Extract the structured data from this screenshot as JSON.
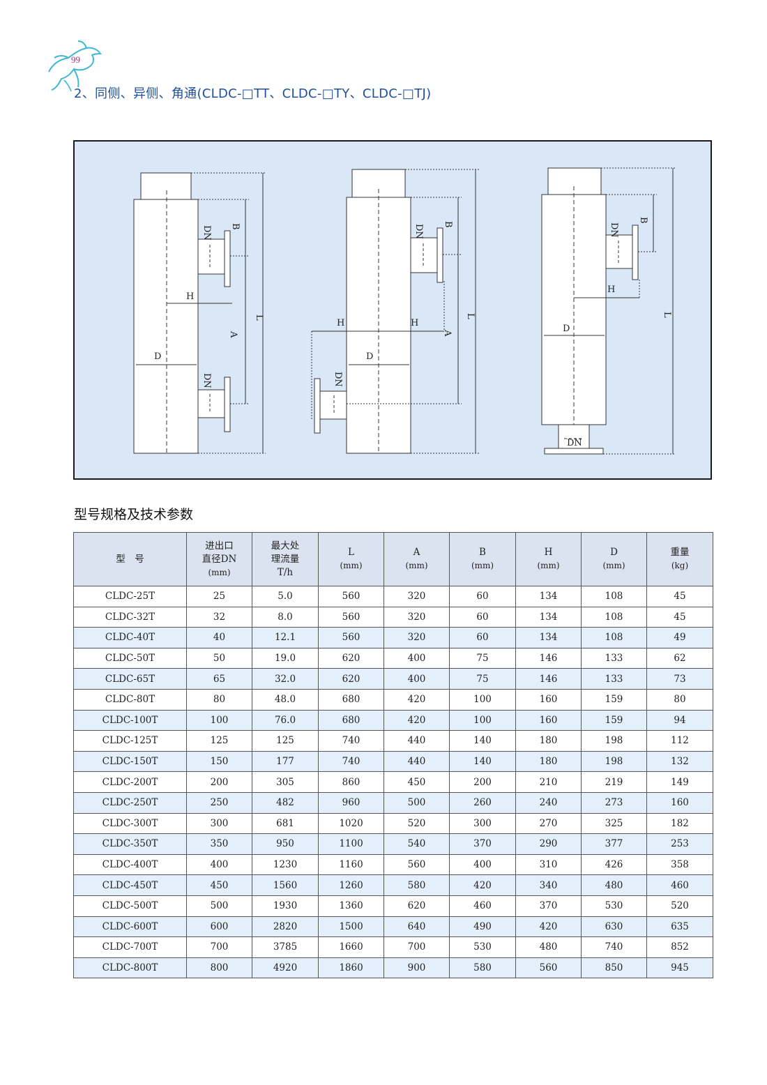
{
  "header": {
    "page_number": "99",
    "logo_icon": "horse-jumper-logo-icon",
    "section_title": "2、同侧、异侧、角通(CLDC-□TT、CLDC-□TY、CLDC-□TJ)"
  },
  "diagram": {
    "background_color": "#d9e7f7",
    "figures": [
      {
        "name": "same-side",
        "labels": {
          "dn_top": "DN",
          "b": "B",
          "h": "H",
          "d": "D",
          "a": "A",
          "l": "L",
          "dn_bottom": "DN"
        }
      },
      {
        "name": "opposite-side",
        "labels": {
          "dn_top": "DN",
          "b": "B",
          "h_left": "H",
          "h_right": "H",
          "d": "D",
          "a": "A",
          "l": "L",
          "dn_bottom": "DN"
        }
      },
      {
        "name": "angle",
        "labels": {
          "dn_top": "DN",
          "b": "B",
          "h": "H",
          "d": "D",
          "l": "L",
          "dn_bottom": "DN"
        }
      }
    ]
  },
  "table": {
    "heading": "型号规格及技术参数",
    "columns": [
      {
        "lines": [
          "型　号"
        ]
      },
      {
        "lines": [
          "进出口",
          "直径DN",
          "(mm)"
        ]
      },
      {
        "lines": [
          "最大处",
          "理流量",
          "T/h"
        ]
      },
      {
        "lines": [
          "L",
          "(mm)"
        ]
      },
      {
        "lines": [
          "A",
          "(mm)"
        ]
      },
      {
        "lines": [
          "B",
          "(mm)"
        ]
      },
      {
        "lines": [
          "H",
          "(mm)"
        ]
      },
      {
        "lines": [
          "D",
          "(mm)"
        ]
      },
      {
        "lines": [
          "重量",
          "(kg)"
        ]
      }
    ],
    "rows": [
      [
        "CLDC-25T",
        "25",
        "5.0",
        "560",
        "320",
        "60",
        "134",
        "108",
        "45"
      ],
      [
        "CLDC-32T",
        "32",
        "8.0",
        "560",
        "320",
        "60",
        "134",
        "108",
        "45"
      ],
      [
        "CLDC-40T",
        "40",
        "12.1",
        "560",
        "320",
        "60",
        "134",
        "108",
        "49"
      ],
      [
        "CLDC-50T",
        "50",
        "19.0",
        "620",
        "400",
        "75",
        "146",
        "133",
        "62"
      ],
      [
        "CLDC-65T",
        "65",
        "32.0",
        "620",
        "400",
        "75",
        "146",
        "133",
        "73"
      ],
      [
        "CLDC-80T",
        "80",
        "48.0",
        "680",
        "420",
        "100",
        "160",
        "159",
        "80"
      ],
      [
        "CLDC-100T",
        "100",
        "76.0",
        "680",
        "420",
        "100",
        "160",
        "159",
        "94"
      ],
      [
        "CLDC-125T",
        "125",
        "125",
        "740",
        "440",
        "140",
        "180",
        "198",
        "112"
      ],
      [
        "CLDC-150T",
        "150",
        "177",
        "740",
        "440",
        "140",
        "180",
        "198",
        "132"
      ],
      [
        "CLDC-200T",
        "200",
        "305",
        "860",
        "450",
        "200",
        "210",
        "219",
        "149"
      ],
      [
        "CLDC-250T",
        "250",
        "482",
        "960",
        "500",
        "260",
        "240",
        "273",
        "160"
      ],
      [
        "CLDC-300T",
        "300",
        "681",
        "1020",
        "520",
        "300",
        "270",
        "325",
        "182"
      ],
      [
        "CLDC-350T",
        "350",
        "950",
        "1100",
        "540",
        "370",
        "290",
        "377",
        "253"
      ],
      [
        "CLDC-400T",
        "400",
        "1230",
        "1160",
        "560",
        "400",
        "310",
        "426",
        "358"
      ],
      [
        "CLDC-450T",
        "450",
        "1560",
        "1260",
        "580",
        "420",
        "340",
        "480",
        "460"
      ],
      [
        "CLDC-500T",
        "500",
        "1930",
        "1360",
        "620",
        "460",
        "370",
        "530",
        "520"
      ],
      [
        "CLDC-600T",
        "600",
        "2820",
        "1500",
        "640",
        "490",
        "420",
        "630",
        "635"
      ],
      [
        "CLDC-700T",
        "700",
        "3785",
        "1660",
        "700",
        "530",
        "480",
        "740",
        "852"
      ],
      [
        "CLDC-800T",
        "800",
        "4920",
        "1860",
        "900",
        "580",
        "560",
        "850",
        "945"
      ]
    ],
    "row_colors": [
      "white",
      "white",
      "blue",
      "white",
      "blue",
      "white",
      "blue",
      "white",
      "blue",
      "white",
      "blue",
      "white",
      "blue",
      "white",
      "blue",
      "white",
      "blue",
      "white",
      "blue"
    ]
  }
}
